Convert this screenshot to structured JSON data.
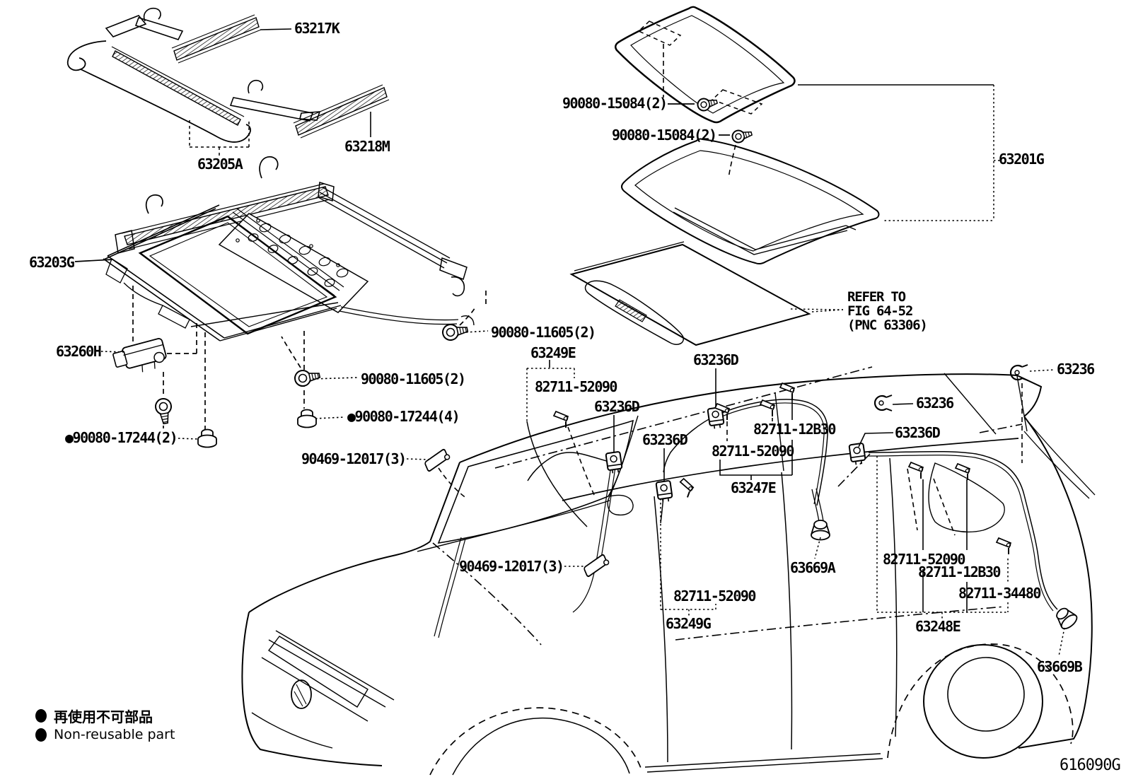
{
  "diagram": {
    "code": "616090G",
    "note": {
      "line1": "REFER TO",
      "line2": "FIG 64-52",
      "line3": "(PNC 63306)"
    },
    "legend": {
      "jp": "再使用不可部品",
      "en": "Non-reusable part"
    }
  },
  "labels": [
    {
      "id": "63217K",
      "text": "63217K"
    },
    {
      "id": "63205A",
      "text": "63205A"
    },
    {
      "id": "63218M",
      "text": "63218M"
    },
    {
      "id": "90080-15084-a",
      "text": "90080-15084(2)"
    },
    {
      "id": "90080-15084-b",
      "text": "90080-15084(2)"
    },
    {
      "id": "63201G",
      "text": "63201G"
    },
    {
      "id": "63203G",
      "text": "63203G"
    },
    {
      "id": "63260H",
      "text": "63260H"
    },
    {
      "id": "90080-11605-a",
      "text": "90080-11605(2)"
    },
    {
      "id": "90080-11605-b",
      "text": "90080-11605(2)"
    },
    {
      "id": "90080-17244-4",
      "text": "●90080-17244(4)"
    },
    {
      "id": "90080-17244-2",
      "text": "●90080-17244(2)"
    },
    {
      "id": "90469-12017-a",
      "text": "90469-12017(3)"
    },
    {
      "id": "63249E",
      "text": "63249E"
    },
    {
      "id": "82711-52090-a",
      "text": "82711-52090"
    },
    {
      "id": "63236D-a",
      "text": "63236D"
    },
    {
      "id": "63236D-b",
      "text": "63236D"
    },
    {
      "id": "63236D-c",
      "text": "63236D"
    },
    {
      "id": "82711-12B30-a",
      "text": "82711-12B30"
    },
    {
      "id": "82711-52090-b",
      "text": "82711-52090"
    },
    {
      "id": "63247E",
      "text": "63247E"
    },
    {
      "id": "63236-a",
      "text": "63236"
    },
    {
      "id": "63236D-d",
      "text": "63236D"
    },
    {
      "id": "63236-b",
      "text": "63236"
    },
    {
      "id": "90469-12017-b",
      "text": "90469-12017(3)"
    },
    {
      "id": "82711-52090-c",
      "text": "82711-52090"
    },
    {
      "id": "63249G",
      "text": "63249G"
    },
    {
      "id": "63669A",
      "text": "63669A"
    },
    {
      "id": "82711-52090-d",
      "text": "82711-52090"
    },
    {
      "id": "82711-12B30-b",
      "text": "82711-12B30"
    },
    {
      "id": "82711-34480",
      "text": "82711-34480"
    },
    {
      "id": "63248E",
      "text": "63248E"
    },
    {
      "id": "63669B",
      "text": "63669B"
    }
  ]
}
